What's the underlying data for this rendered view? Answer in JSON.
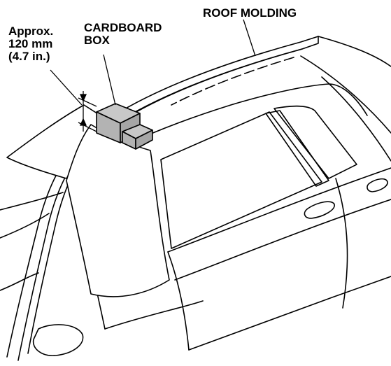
{
  "labels": {
    "roof_molding": "ROOF MOLDING",
    "cardboard_box": [
      "CARDBOARD",
      "BOX"
    ],
    "approx_dimension": [
      "Approx.",
      "120 mm",
      "(4.7 in.)"
    ]
  },
  "colors": {
    "line": "#000000",
    "box_fill": "#b3b3b3",
    "box_top": "#c8c8c8",
    "background": "#ffffff"
  }
}
